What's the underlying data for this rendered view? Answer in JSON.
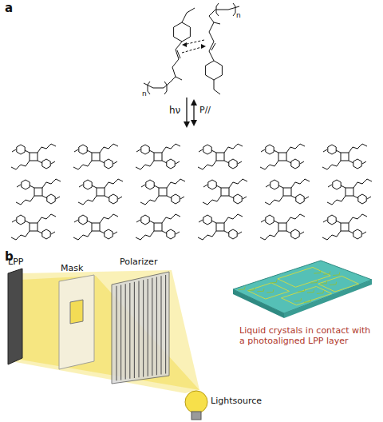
{
  "diagram": {
    "labels": [
      "a",
      "n",
      "n",
      "hν",
      "P//",
      "b",
      "LPP",
      "Mask",
      "Polarizer",
      "Lightsource",
      "Liquid crystals in contact with a photoaligned LPP layer"
    ]
  }
}
